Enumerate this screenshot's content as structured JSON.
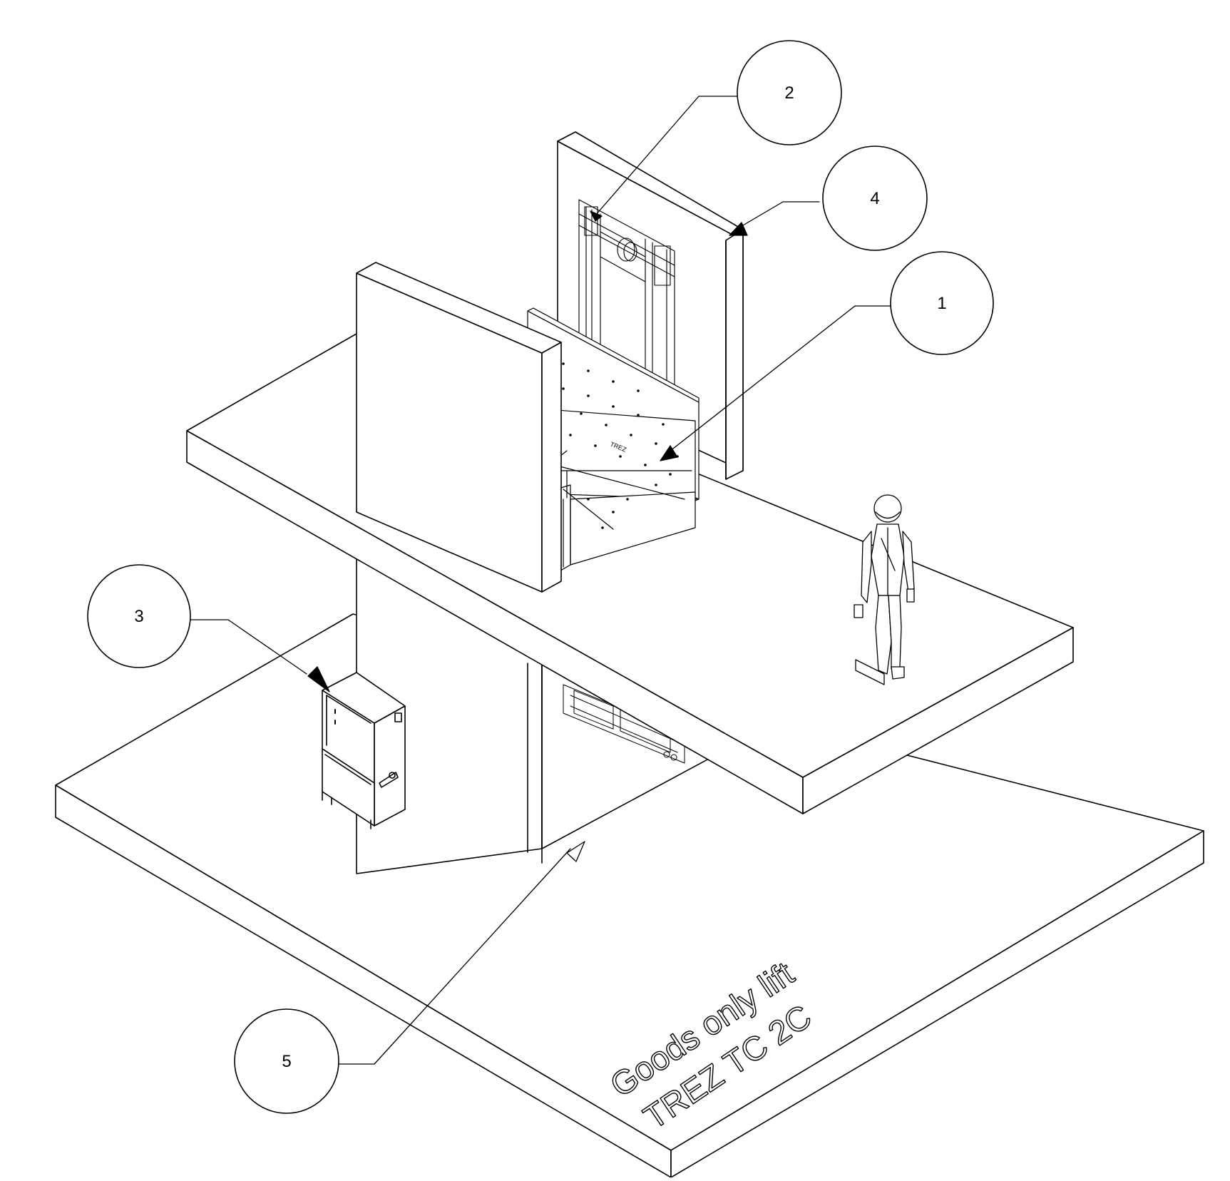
{
  "callouts": [
    {
      "id": "1",
      "label": "1"
    },
    {
      "id": "2",
      "label": "2"
    },
    {
      "id": "3",
      "label": "3"
    },
    {
      "id": "4",
      "label": "4"
    },
    {
      "id": "5",
      "label": "5"
    }
  ],
  "engraving": {
    "line1": "Goods only lift",
    "line2": "TREZ TC 2C"
  },
  "door_brand": "TREZ",
  "colors": {
    "stroke": "#000000",
    "background": "#ffffff",
    "callout_fill": "#ffffff"
  }
}
